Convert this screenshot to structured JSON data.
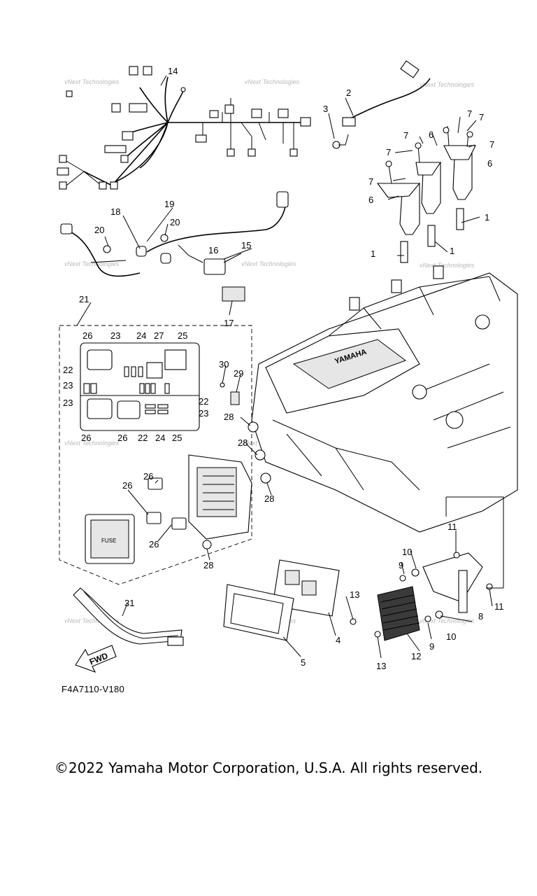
{
  "diagram": {
    "reference_code": "F4A7110-V180",
    "copyright": "©2022 Yamaha Motor Corporation, U.S.A. All rights reserved.",
    "watermark": "vNext Technologies",
    "direction_label": "FWD",
    "engine_brand": "YAMAHA",
    "fuse_label": "FUSE",
    "callouts": [
      "1",
      "2",
      "3",
      "4",
      "5",
      "6",
      "7",
      "8",
      "9",
      "10",
      "11",
      "12",
      "13",
      "14",
      "15",
      "16",
      "17",
      "18",
      "19",
      "20",
      "21",
      "22",
      "23",
      "24",
      "25",
      "26",
      "27",
      "28",
      "29",
      "30",
      "31"
    ]
  }
}
